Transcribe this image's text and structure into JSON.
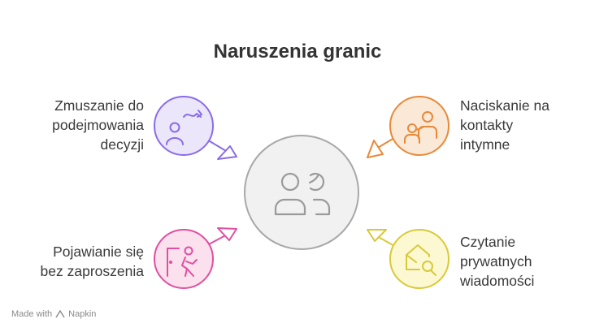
{
  "title": "Naruszenia granic",
  "items": [
    {
      "lines": [
        "Zmuszanie do",
        "podejmowania",
        "decyzji"
      ],
      "color": "#8a6ce8",
      "fill": "#ece6fb",
      "icon": "decision-pressure-icon"
    },
    {
      "lines": [
        "Naciskanie na",
        "kontakty",
        "intymne"
      ],
      "color": "#e8893a",
      "fill": "#fbe9d8",
      "icon": "couple-pressure-icon"
    },
    {
      "lines": [
        "Pojawianie się",
        "bez zaproszenia"
      ],
      "color": "#e04fa0",
      "fill": "#fbe0ee",
      "icon": "door-intrusion-icon"
    },
    {
      "lines": [
        "Czytanie",
        "prywatnych",
        "wiadomości"
      ],
      "color": "#d9c93a",
      "fill": "#fbf8d2",
      "icon": "envelope-search-icon"
    }
  ],
  "center": {
    "icon": "two-people-icon",
    "color": "#a8a8a8",
    "fill": "#f1f1f1"
  },
  "footer": {
    "prefix": "Made with",
    "brand": "Napkin"
  }
}
